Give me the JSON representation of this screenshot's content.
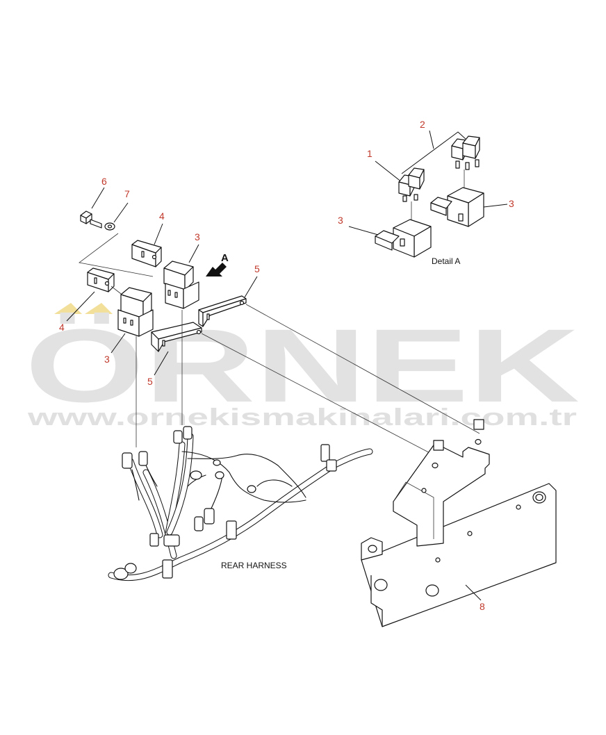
{
  "watermark": {
    "brand": "ÖRNEK",
    "url": "www.ornekismakinalari.com.tr",
    "accent_color": "#f2df9a",
    "text_color": "#e2e2e2"
  },
  "labels": {
    "detail": "Detail A",
    "view_marker": "A",
    "harness": "REAR HARNESS"
  },
  "callouts": {
    "c1": "1",
    "c2": "2",
    "c3_detail_right": "3",
    "c3_detail_left": "3",
    "c6": "6",
    "c7": "7",
    "c4_top": "4",
    "c3_upper": "3",
    "c5_right": "5",
    "c4_left": "4",
    "c3_lower": "3",
    "c5_lower": "5",
    "c8": "8"
  },
  "colors": {
    "callout": "#c0392b",
    "line": "#111111"
  }
}
